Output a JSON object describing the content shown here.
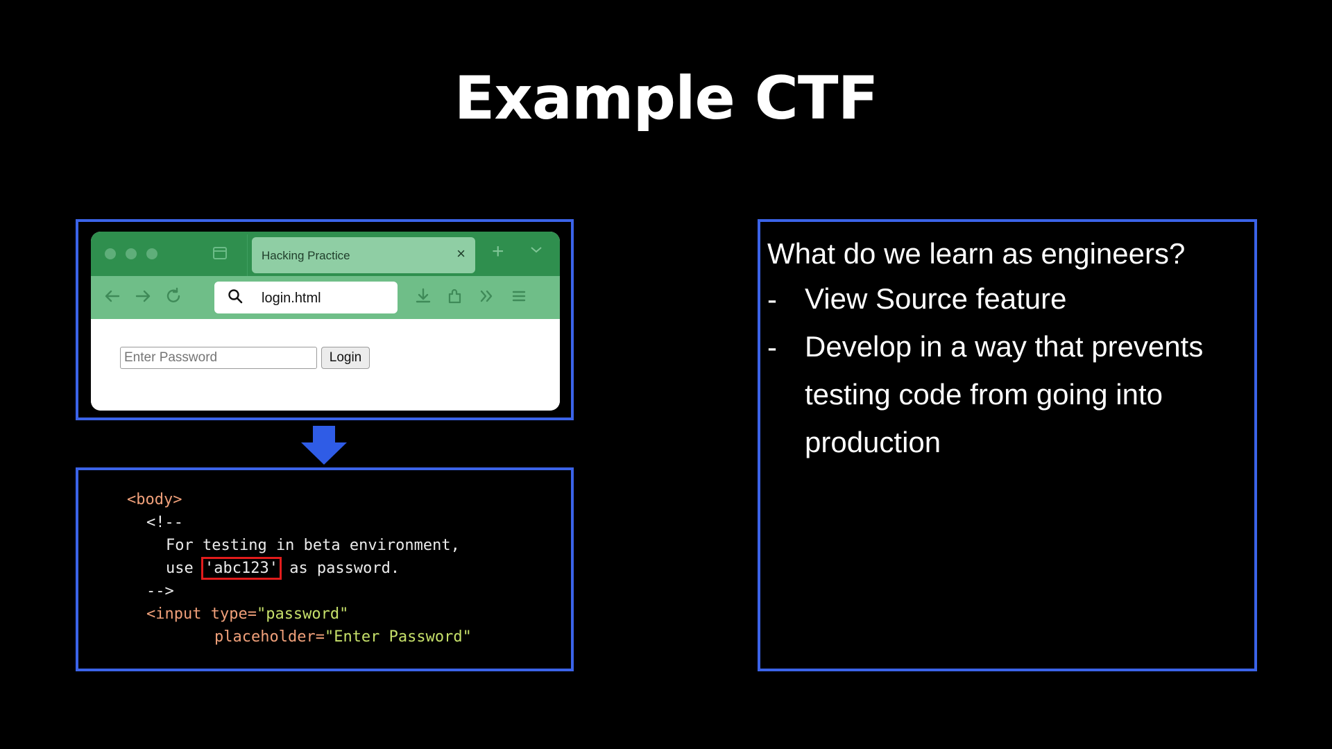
{
  "slide": {
    "title": "Example CTF"
  },
  "browser": {
    "tab_label": "Hacking Practice",
    "tab_close": "×",
    "new_tab": "+",
    "tab_list": "⌄",
    "url": "login.html",
    "password_placeholder": "Enter Password",
    "login_label": "Login",
    "colors": {
      "tabbar": "#2f8f4e",
      "toolbar": "#6fbe88",
      "active_tab": "#8fcea4"
    }
  },
  "code": {
    "line1": "<body>",
    "line2": "<!--",
    "line3": "For testing in beta environment,",
    "line4_pre": "use ",
    "line4_secret": "'abc123'",
    "line4_post": " as password.",
    "line5": "-->",
    "line6_tag": "<input type=",
    "line6_val": "\"password\"",
    "line7_attr": "placeholder=",
    "line7_val": "\"Enter Password\""
  },
  "panel": {
    "question": "What do we learn as engineers?",
    "bullets": [
      {
        "dash": "-",
        "text": "View Source feature"
      },
      {
        "dash": "-",
        "text": "Develop in a way that prevents testing code from going into production"
      }
    ]
  },
  "colors": {
    "frame_border": "#3b63e8",
    "highlight_border": "#e21c1c",
    "arrow": "#2f5ce6"
  }
}
